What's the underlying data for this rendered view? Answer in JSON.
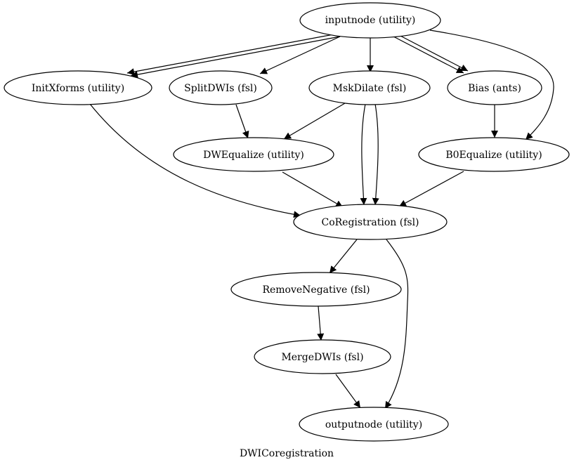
{
  "graph": {
    "label": "DWICoregistration",
    "colors": {
      "stroke": "#000000",
      "fill": "#ffffff",
      "background": "#ffffff"
    }
  },
  "nodes": {
    "inputnode": "inputnode (utility)",
    "initxforms": "InitXforms (utility)",
    "splitdwis": "SplitDWIs (fsl)",
    "mskdilate": "MskDilate (fsl)",
    "bias": "Bias (ants)",
    "dwequalize": "DWEqualize (utility)",
    "b0equalize": "B0Equalize (utility)",
    "coregistration": "CoRegistration (fsl)",
    "removenegative": "RemoveNegative (fsl)",
    "mergedwis": "MergeDWIs (fsl)",
    "outputnode": "outputnode (utility)"
  }
}
